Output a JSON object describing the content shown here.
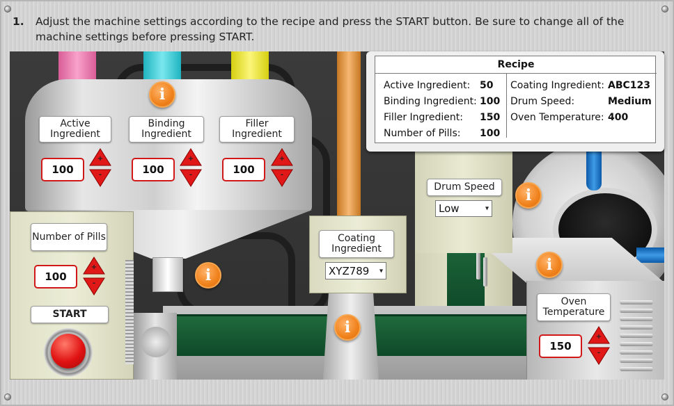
{
  "instruction": {
    "number": "1.",
    "text": "Adjust the machine settings according to the recipe and press the START button. Be sure to change all of the machine settings before pressing START."
  },
  "recipe": {
    "title": "Recipe",
    "left": [
      {
        "label": "Active Ingredient:",
        "value": "50"
      },
      {
        "label": "Binding Ingredient:",
        "value": "100"
      },
      {
        "label": "Filler Ingredient:",
        "value": "150"
      },
      {
        "label": "Number of Pills:",
        "value": "100"
      }
    ],
    "right": [
      {
        "label": "Coating Ingredient:",
        "value": "ABC123"
      },
      {
        "label": "Drum Speed:",
        "value": "Medium"
      },
      {
        "label": "Oven Temperature:",
        "value": "400"
      }
    ]
  },
  "controls": {
    "active": {
      "label": "Active Ingredient",
      "value": "100"
    },
    "binding": {
      "label": "Binding Ingredient",
      "value": "100"
    },
    "filler": {
      "label": "Filler Ingredient",
      "value": "100"
    },
    "pills": {
      "label": "Number of Pills",
      "value": "100"
    },
    "coating": {
      "label": "Coating Ingredient",
      "selected": "XYZ789"
    },
    "drum": {
      "label": "Drum Speed",
      "selected": "Low"
    },
    "oven": {
      "label": "Oven Temperature",
      "value": "150"
    },
    "start_label": "START",
    "plus": "+",
    "minus": "-",
    "info_glyph": "i"
  },
  "colors": {
    "tube_magenta": "#f47fb5",
    "tube_cyan": "#35d3df",
    "tube_yellow": "#f2ea2a",
    "coating_pipe": "#e79b45",
    "accent_red": "#d01818",
    "info_orange": "#f0821c"
  }
}
